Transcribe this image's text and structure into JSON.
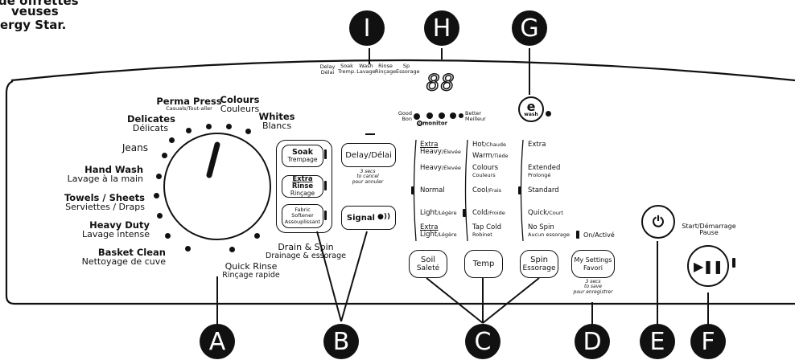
{
  "header_text": {
    "line1": "de offrettes",
    "line2": "veuses",
    "line3": "ergy Star."
  },
  "callouts": {
    "a": "A",
    "b": "B",
    "c": "C",
    "d": "D",
    "e": "E",
    "f": "F",
    "g": "G",
    "h": "H",
    "i": "I"
  },
  "status_lights": [
    {
      "en": "Delay",
      "fr": "Délai"
    },
    {
      "en": "Soak",
      "fr": "Tremp."
    },
    {
      "en": "Wash",
      "fr": "Lavage"
    },
    {
      "en": "Rinse",
      "fr": "Rinçage"
    },
    {
      "en": "Sp",
      "fr": "Essorage"
    }
  ],
  "display_digits": "88",
  "emonitor": {
    "good_en": "Good",
    "good_fr": "Bon",
    "logo": "monitor",
    "better_en": "Better",
    "better_fr": "Meilleur"
  },
  "ewash": {
    "logo_e": "e",
    "logo_sub": "wash"
  },
  "dial": {
    "cycles": [
      {
        "en": "Perma Press",
        "fr": "Casuals/Tout-aller"
      },
      {
        "en": "Colours",
        "fr": "Couleurs"
      },
      {
        "en": "Whites",
        "fr": "Blancs"
      },
      {
        "en": "Delicates",
        "fr": "Délicats"
      },
      {
        "en": "Jeans",
        "fr": ""
      },
      {
        "en": "Hand Wash",
        "fr": "Lavage à la main"
      },
      {
        "en": "Towels / Sheets",
        "fr": "Serviettes / Draps"
      },
      {
        "en": "Heavy Duty",
        "fr": "Lavage intense"
      },
      {
        "en": "Basket Clean",
        "fr": "Nettoyage de cuve"
      },
      {
        "en": "Quick Rinse",
        "fr": "Rinçage rapide"
      },
      {
        "en": "Drain & Spin",
        "fr": "Drainage & essorage"
      }
    ]
  },
  "option_buttons": {
    "soak": {
      "en": "Soak",
      "fr": "Trempage"
    },
    "extra_rinse": {
      "en_a": "Extra",
      "en_b": " Rinse",
      "fr": "Rinçage"
    },
    "fabric_softener": {
      "l1": "Fabric",
      "l2": "Softener",
      "l3": "Assouplissant"
    },
    "delay": {
      "label": "Delay/Délai",
      "note1": "3 secs",
      "note2": "to cancel",
      "note3": "pour annuler"
    },
    "signal": {
      "label": "Signal"
    }
  },
  "soil_levels": [
    {
      "en": "Extra",
      "en2": "Heavy",
      "fr": "/Élevée"
    },
    {
      "en": "Heavy",
      "fr": "/Élevée"
    },
    {
      "en": "Normal",
      "fr": ""
    },
    {
      "en": "Light",
      "fr": "/Légère"
    },
    {
      "en": "Extra",
      "en2": "Light",
      "fr": "/Légère"
    }
  ],
  "temp_levels": [
    {
      "en": "Hot",
      "fr": "/Chaude"
    },
    {
      "en": "Warm",
      "fr": "/Tiède"
    },
    {
      "en": "Colours",
      "fr": "Couleurs"
    },
    {
      "en": "Cool",
      "fr": "/Frais"
    },
    {
      "en": "Cold",
      "fr": "/Froide"
    },
    {
      "en": "Tap Cold",
      "fr": "Robinet"
    }
  ],
  "spin_levels": [
    {
      "en": "Extra",
      "fr": ""
    },
    {
      "en": "Extended",
      "fr": "Prolongé"
    },
    {
      "en": "Standard",
      "fr": ""
    },
    {
      "en": "Quick",
      "fr": "/Court"
    },
    {
      "en": "No Spin",
      "fr": "Aucun essorage"
    }
  ],
  "on_active": "On/Activé",
  "selector_buttons": {
    "soil": {
      "en": "Soil",
      "fr": "Saleté"
    },
    "temp": {
      "en": "Temp"
    },
    "spin": {
      "en": "Spin",
      "fr": "Essorage"
    },
    "my_settings": {
      "en": "My Settings",
      "fr": "Favori",
      "note1": "3 secs",
      "note2": "to save",
      "note3": "pour enregistrer"
    }
  },
  "power": {
    "icon": "power-icon"
  },
  "start": {
    "en": "Start/Démarrage",
    "fr": "Pause",
    "icon": "play-pause-icon"
  }
}
